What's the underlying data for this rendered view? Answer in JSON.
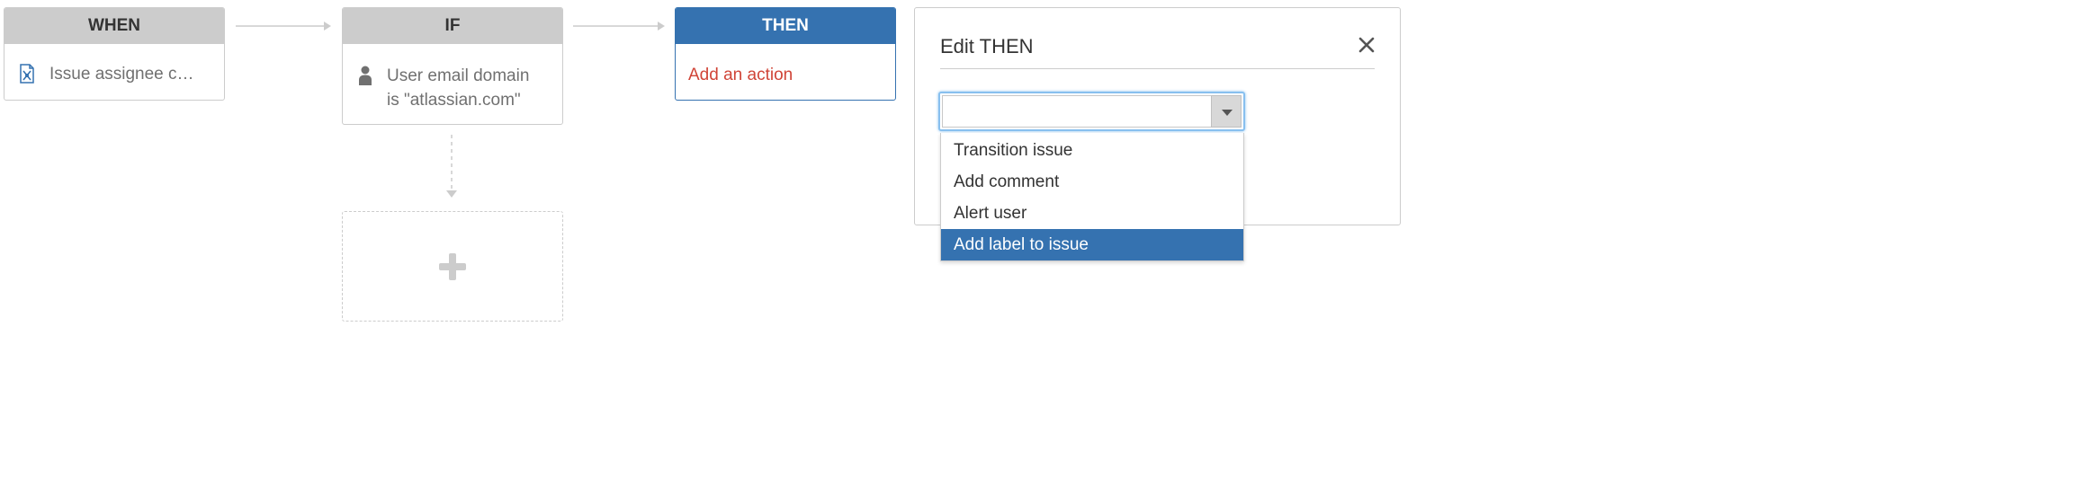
{
  "flow": {
    "when": {
      "title": "WHEN",
      "text": "Issue assignee c…",
      "icon": "issue-document-icon"
    },
    "if": {
      "title": "IF",
      "text_line1": "User email domain",
      "text_line2": "is \"atlassian.com\"",
      "icon": "user-icon"
    },
    "then": {
      "title": "THEN",
      "action_text": "Add an action"
    },
    "add_condition_icon": "plus-icon"
  },
  "edit_panel": {
    "title": "Edit THEN",
    "close_icon": "close-icon",
    "select": {
      "value": "",
      "placeholder": ""
    },
    "options": [
      {
        "label": "Transition issue",
        "selected": false
      },
      {
        "label": "Add comment",
        "selected": false
      },
      {
        "label": "Alert user",
        "selected": false
      },
      {
        "label": "Add label to issue",
        "selected": true
      }
    ]
  },
  "colors": {
    "accent": "#3572b0",
    "error_text": "#d04437",
    "header_gray": "#cccccc",
    "focus_ring": "#88c0ef"
  }
}
